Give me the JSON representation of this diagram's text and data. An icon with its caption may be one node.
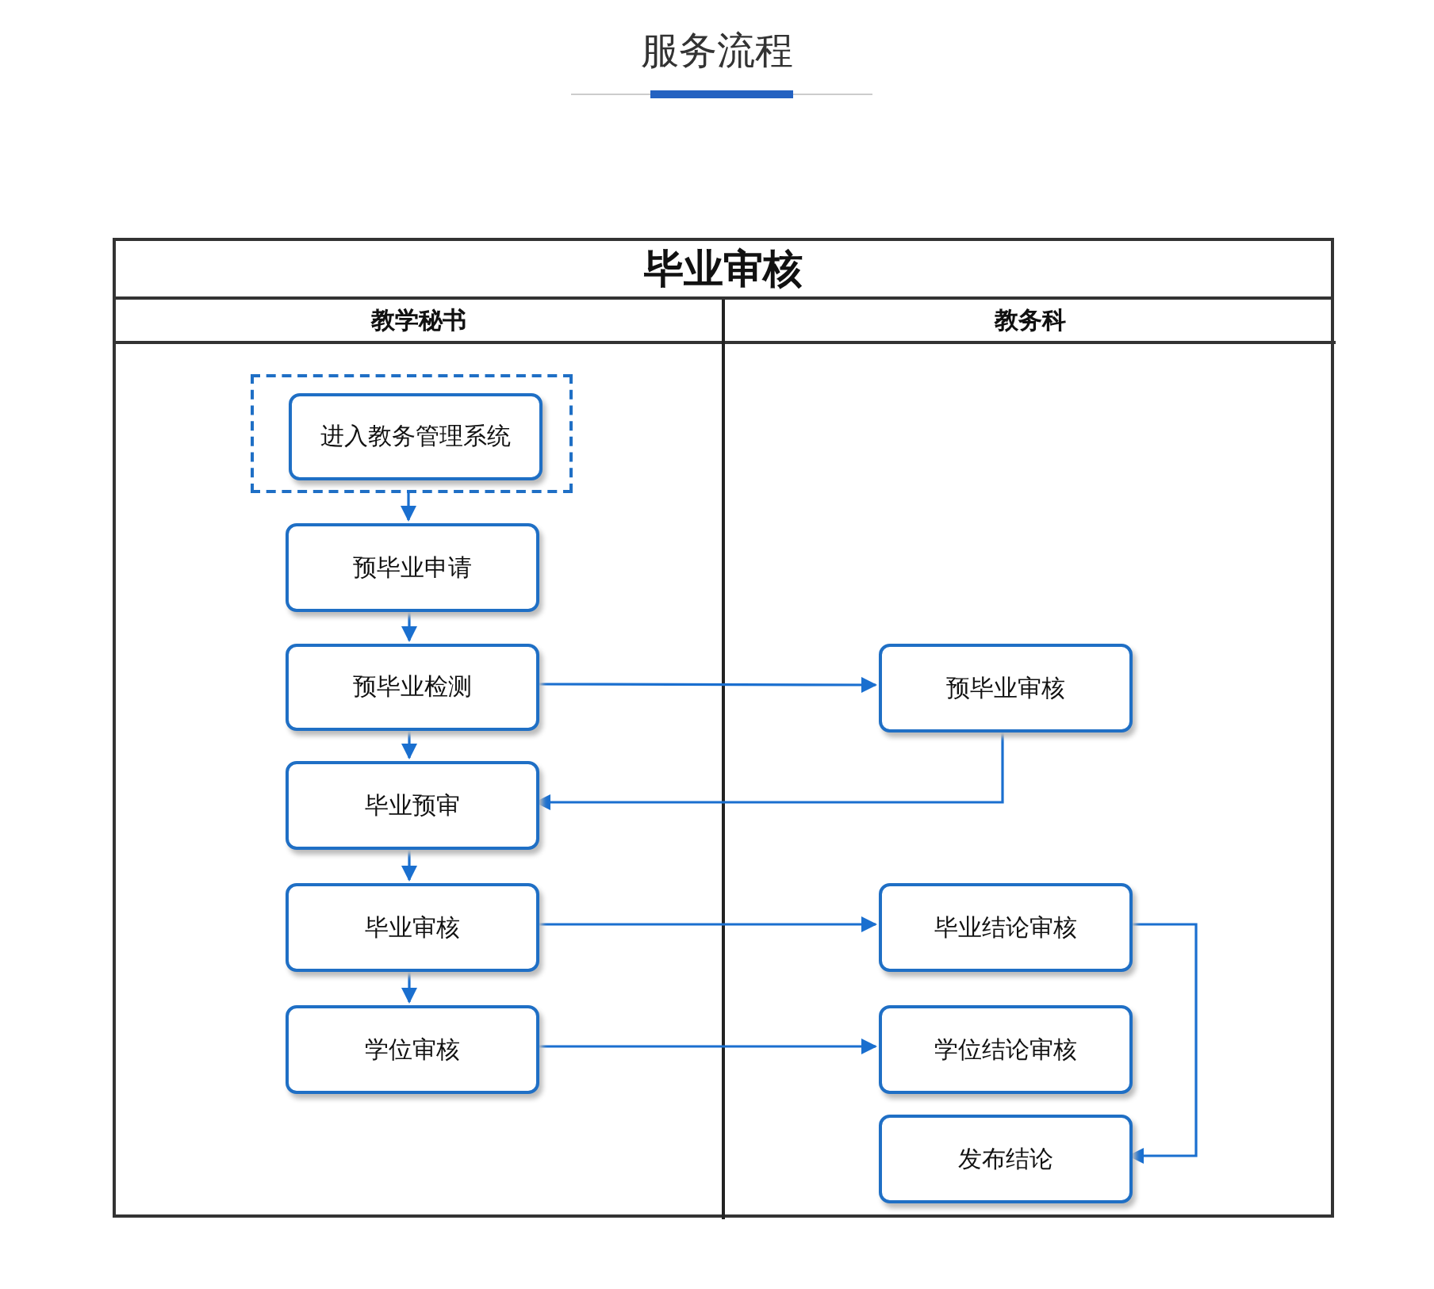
{
  "diagram": {
    "title": "服务流程",
    "nodes": [
      {
        "text": [
          "毕业审核"
        ]
      },
      {
        "text": [
          "教学秘书"
        ],
        "in": 0
      },
      {
        "text": [
          "教务科"
        ],
        "in": 0
      },
      {
        "text": [],
        "shape": "box",
        "in": 1
      },
      {
        "text": [
          "进入教务管理系统"
        ],
        "in": 3
      },
      {
        "text": [
          "预毕业申请"
        ],
        "in": 1
      },
      {
        "text": [
          "预毕业检测"
        ],
        "in": 1
      },
      {
        "text": [
          "毕业预审"
        ],
        "in": 1
      },
      {
        "text": [
          "毕业审核"
        ],
        "in": 1
      },
      {
        "text": [
          "学位审核"
        ],
        "in": 1
      },
      {
        "text": [
          "预毕业审核"
        ],
        "in": 2
      },
      {
        "text": [
          "毕业结论审核"
        ],
        "in": 2
      },
      {
        "text": [
          "学位结论审核"
        ],
        "in": 2
      },
      {
        "text": [
          "发布结论"
        ],
        "in": 2
      }
    ],
    "edges": [
      {
        "from": 3,
        "to": 5,
        "arrow": "to"
      },
      {
        "from": 5,
        "to": 6,
        "arrow": "to"
      },
      {
        "from": 6,
        "to": 10,
        "arrow": "to"
      },
      {
        "from": 10,
        "to": 7,
        "arrow": "to"
      },
      {
        "from": 6,
        "to": 7,
        "arrow": "to"
      },
      {
        "from": 7,
        "to": 8,
        "arrow": "to"
      },
      {
        "from": 8,
        "to": 11,
        "arrow": "to"
      },
      {
        "from": 8,
        "to": 9,
        "arrow": "to"
      },
      {
        "from": 9,
        "to": 12,
        "arrow": "to"
      },
      {
        "from": 11,
        "to": 13,
        "arrow": "to"
      }
    ]
  }
}
